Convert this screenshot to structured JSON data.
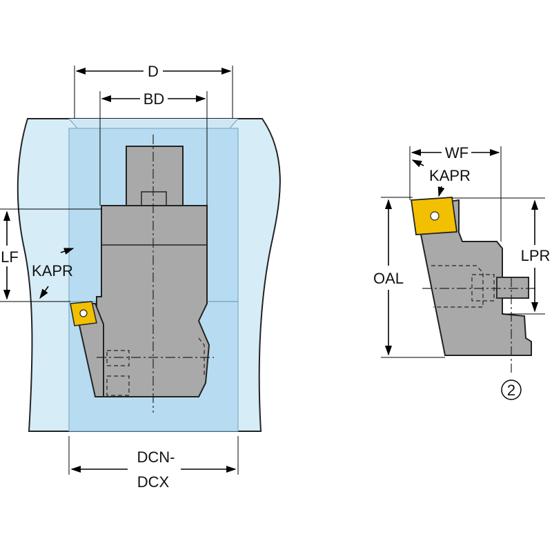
{
  "labels": {
    "d": "D",
    "bd": "BD",
    "lf": "LF",
    "kapr_left": "KAPR",
    "dcn_line1": "DCN-",
    "dcn_line2": "DCX",
    "wf": "WF",
    "kapr_right": "KAPR",
    "oal": "OAL",
    "lpr": "LPR",
    "callout": "2"
  },
  "colors": {
    "bore_outer": "#d6ecf7",
    "bore_inner": "#b7dcf1",
    "tool_body": "#a9a9a9",
    "insert": "#f2c000",
    "outline": "#222222"
  }
}
